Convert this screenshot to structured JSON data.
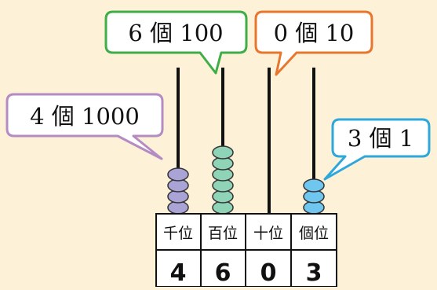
{
  "colors": {
    "background": "#fdf2d8",
    "rod": "#111111",
    "thousands_bead": "#a9a3d6",
    "hundreds_bead": "#8fd4b6",
    "ones_bead": "#6fc6ef"
  },
  "callouts": [
    {
      "text": "4 個 1000",
      "color": "#b58bc4"
    },
    {
      "text": "6 個 100",
      "color": "#3fae49"
    },
    {
      "text": "0 個 10",
      "color": "#e8772e"
    },
    {
      "text": "3 個 1",
      "color": "#2ea8dc"
    }
  ],
  "columns": [
    {
      "place": "千位",
      "digit": "4",
      "beads": 4
    },
    {
      "place": "百位",
      "digit": "6",
      "beads": 6
    },
    {
      "place": "十位",
      "digit": "0",
      "beads": 0
    },
    {
      "place": "個位",
      "digit": "3",
      "beads": 3
    }
  ]
}
